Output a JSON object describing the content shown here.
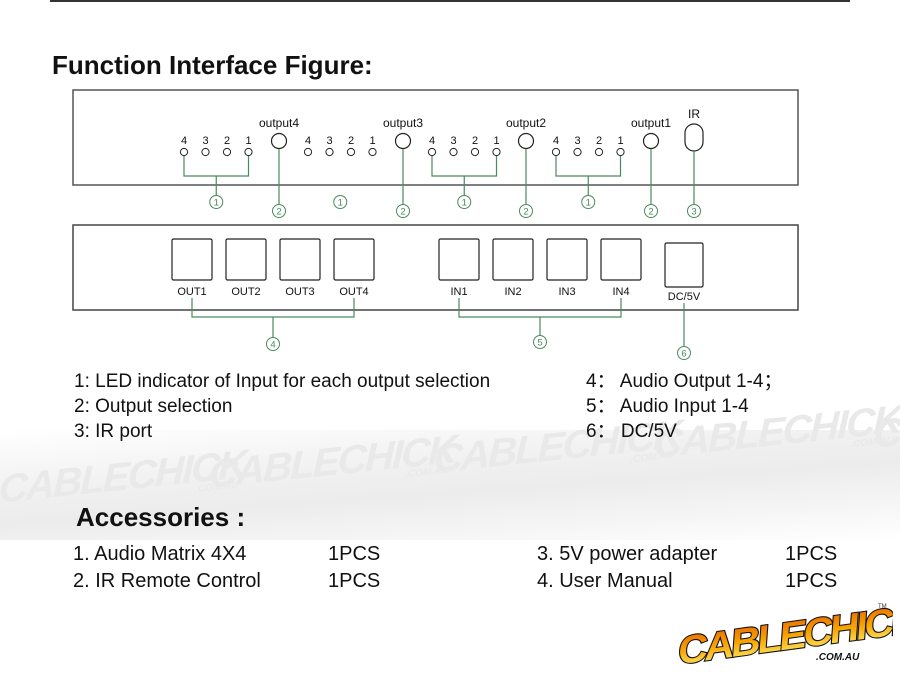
{
  "page": {
    "title": "Function Interface Figure:",
    "accessories_title": "Accessories :"
  },
  "front_panel": {
    "led_numbers": [
      "4",
      "3",
      "2",
      "1"
    ],
    "groups": [
      {
        "button_label": "output4",
        "led_callout": "1",
        "button_callout": "2"
      },
      {
        "button_label": "output3",
        "led_callout": "1",
        "button_callout": "2"
      },
      {
        "button_label": "output2",
        "led_callout": "1",
        "button_callout": "2"
      },
      {
        "button_label": "output1",
        "led_callout": "1",
        "button_callout": "2"
      }
    ],
    "ir": {
      "label": "IR",
      "callout": "3"
    }
  },
  "rear_panel": {
    "outputs": [
      "OUT1",
      "OUT2",
      "OUT3",
      "OUT4"
    ],
    "outputs_callout": "4",
    "inputs": [
      "IN1",
      "IN2",
      "IN3",
      "IN4"
    ],
    "inputs_callout": "5",
    "power": {
      "label": "DC/5V",
      "callout": "6"
    }
  },
  "legend": {
    "left": [
      "1: LED indicator of Input for each output selection",
      "2: Output selection",
      "3: IR port"
    ],
    "right": [
      "4： Audio Output 1-4；",
      "5： Audio Input 1-4",
      "6： DC/5V"
    ]
  },
  "accessories": [
    {
      "name": "1. Audio Matrix 4X4",
      "qty": "1PCS"
    },
    {
      "name": "2. IR Remote Control",
      "qty": "1PCS"
    },
    {
      "name": "3. 5V power adapter",
      "qty": "1PCS"
    },
    {
      "name": "4. User Manual",
      "qty": "1PCS"
    }
  ],
  "watermark": {
    "brand": "CABLECHICK",
    "domain": ".COM.AU"
  },
  "logo": {
    "brand": "CABLECHICK",
    "domain": ".COM.AU",
    "trademark": "TM"
  },
  "colors": {
    "callout_green": "#4a8a5e",
    "panel_border": "#555555",
    "logo_orange": "#f28c00",
    "logo_yellow": "#ffd200"
  }
}
